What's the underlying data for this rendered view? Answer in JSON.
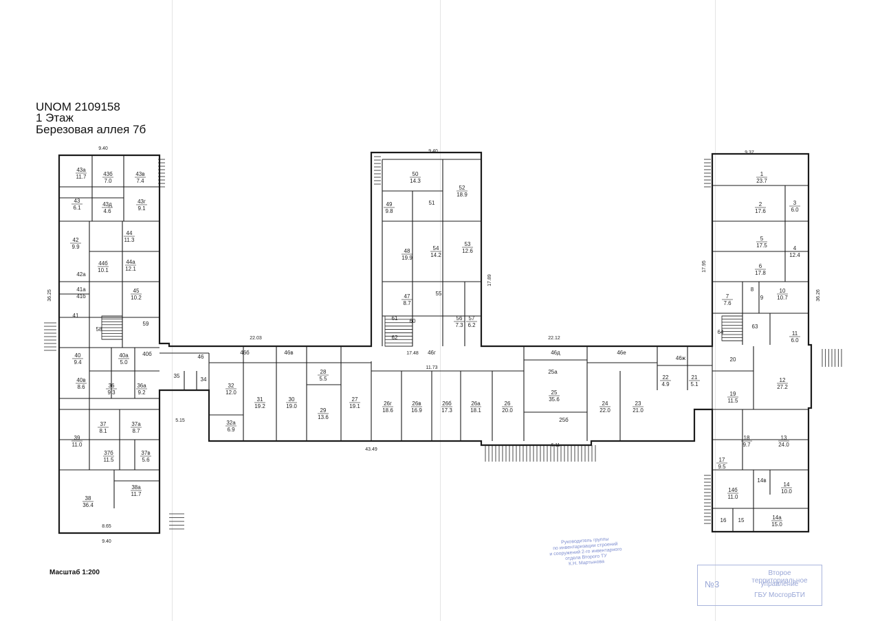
{
  "header": {
    "unom": "UNOM 2109158",
    "floor": "1 Этаж",
    "address": "Березовая аллея 7б"
  },
  "scale_label": "Масштаб 1:200",
  "stamp": {
    "number": "№3",
    "line1": "Второе территориальное",
    "line2": "управление",
    "line3": "ГБУ МосгорБТИ"
  },
  "signature_text": [
    "Руководитель группы",
    "по инвентаризации строений",
    "и сооружений 2-го инвентарного",
    "отдела Второго ТУ",
    "К.Н. Мартынова"
  ],
  "plan": {
    "dimensions": [
      "9.40",
      "9.40",
      "9.37",
      "22.03",
      "22.12",
      "43.49",
      "36.25",
      "36.26",
      "17.89",
      "17.95",
      "9.40",
      "5.15",
      "8.65",
      "17.48",
      "11.73",
      "6.11"
    ],
    "rooms": [
      {
        "num": "43а",
        "area": "11.7"
      },
      {
        "num": "43б",
        "area": "7.0"
      },
      {
        "num": "43в",
        "area": "7.4"
      },
      {
        "num": "43",
        "area": "6.1"
      },
      {
        "num": "43д",
        "area": "4.6"
      },
      {
        "num": "43г",
        "area": "9.1"
      },
      {
        "num": "42",
        "area": "9.9"
      },
      {
        "num": "44",
        "area": "11.3"
      },
      {
        "num": "44б",
        "area": "10.1"
      },
      {
        "num": "44а",
        "area": "12.1"
      },
      {
        "num": "42а",
        "area": ""
      },
      {
        "num": "41а",
        "area": ""
      },
      {
        "num": "41б",
        "area": ""
      },
      {
        "num": "45",
        "area": "10.2"
      },
      {
        "num": "41",
        "area": ""
      },
      {
        "num": "58",
        "area": ""
      },
      {
        "num": "59",
        "area": ""
      },
      {
        "num": "40",
        "area": "9.4"
      },
      {
        "num": "40а",
        "area": "5.0"
      },
      {
        "num": "40б",
        "area": ""
      },
      {
        "num": "40в",
        "area": "8.6"
      },
      {
        "num": "36",
        "area": "9.3"
      },
      {
        "num": "36а",
        "area": "9.2"
      },
      {
        "num": "35",
        "area": ""
      },
      {
        "num": "34",
        "area": ""
      },
      {
        "num": "46",
        "area": ""
      },
      {
        "num": "39",
        "area": "11.0"
      },
      {
        "num": "37",
        "area": "8.1"
      },
      {
        "num": "37а",
        "area": "8.7"
      },
      {
        "num": "37б",
        "area": "11.5"
      },
      {
        "num": "37в",
        "area": "5.6"
      },
      {
        "num": "38",
        "area": "36.4"
      },
      {
        "num": "38а",
        "area": "11.7"
      },
      {
        "num": "46б",
        "area": ""
      },
      {
        "num": "32",
        "area": "12.0"
      },
      {
        "num": "32а",
        "area": "6.9"
      },
      {
        "num": "31",
        "area": "19.2"
      },
      {
        "num": "46в",
        "area": ""
      },
      {
        "num": "28",
        "area": "5.5"
      },
      {
        "num": "30",
        "area": "19.0"
      },
      {
        "num": "29",
        "area": "13.6"
      },
      {
        "num": "46г",
        "area": ""
      },
      {
        "num": "27",
        "area": "19.1"
      },
      {
        "num": "26г",
        "area": "18.6"
      },
      {
        "num": "26в",
        "area": "16.9"
      },
      {
        "num": "26б",
        "area": "17.3"
      },
      {
        "num": "26а",
        "area": "18.1"
      },
      {
        "num": "26",
        "area": "20.0"
      },
      {
        "num": "46д",
        "area": ""
      },
      {
        "num": "25а",
        "area": ""
      },
      {
        "num": "25",
        "area": "35.6"
      },
      {
        "num": "25б",
        "area": ""
      },
      {
        "num": "46е",
        "area": ""
      },
      {
        "num": "24",
        "area": "22.0"
      },
      {
        "num": "23",
        "area": "21.0"
      },
      {
        "num": "46ж",
        "area": ""
      },
      {
        "num": "22",
        "area": "4.9"
      },
      {
        "num": "21",
        "area": "5.1"
      },
      {
        "num": "50",
        "area": "14.3"
      },
      {
        "num": "52",
        "area": "18.9"
      },
      {
        "num": "49",
        "area": "9.8"
      },
      {
        "num": "51",
        "area": ""
      },
      {
        "num": "48",
        "area": "19.9"
      },
      {
        "num": "54",
        "area": "14.2"
      },
      {
        "num": "53",
        "area": "12.6"
      },
      {
        "num": "47",
        "area": "8.7"
      },
      {
        "num": "55",
        "area": ""
      },
      {
        "num": "61",
        "area": ""
      },
      {
        "num": "60",
        "area": ""
      },
      {
        "num": "62",
        "area": ""
      },
      {
        "num": "56",
        "area": "7.3"
      },
      {
        "num": "57",
        "area": "6.2"
      },
      {
        "num": "1",
        "area": "23.7"
      },
      {
        "num": "2",
        "area": "17.6"
      },
      {
        "num": "3",
        "area": "6.0"
      },
      {
        "num": "5",
        "area": "17.5"
      },
      {
        "num": "4",
        "area": "12.4"
      },
      {
        "num": "6",
        "area": "17.8"
      },
      {
        "num": "7",
        "area": "7.6"
      },
      {
        "num": "8",
        "area": ""
      },
      {
        "num": "9",
        "area": ""
      },
      {
        "num": "10",
        "area": "10.7"
      },
      {
        "num": "11",
        "area": "6.0"
      },
      {
        "num": "63",
        "area": ""
      },
      {
        "num": "64",
        "area": ""
      },
      {
        "num": "20",
        "area": ""
      },
      {
        "num": "12",
        "area": "27.2"
      },
      {
        "num": "19",
        "area": "11.5"
      },
      {
        "num": "13",
        "area": "24.0"
      },
      {
        "num": "18",
        "area": "9.7"
      },
      {
        "num": "17",
        "area": "9.5"
      },
      {
        "num": "14б",
        "area": "11.0"
      },
      {
        "num": "14в",
        "area": ""
      },
      {
        "num": "14",
        "area": "10.0"
      },
      {
        "num": "14а",
        "area": "15.0"
      },
      {
        "num": "16",
        "area": ""
      },
      {
        "num": "15",
        "area": ""
      }
    ]
  }
}
